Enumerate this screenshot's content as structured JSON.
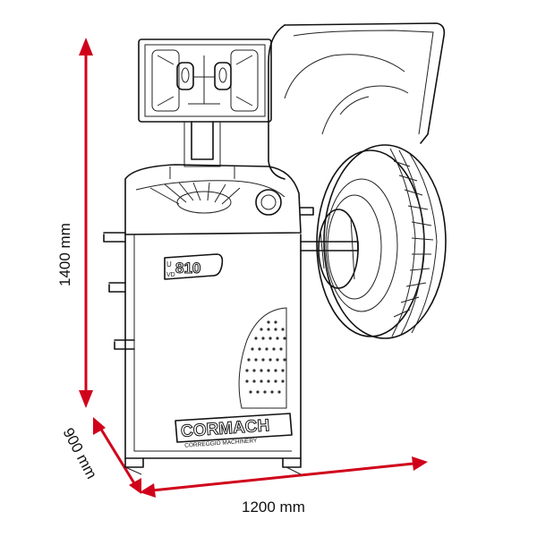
{
  "dimensions": {
    "height": "1400  mm",
    "depth": "900  mm",
    "width": "1200  mm"
  },
  "machine": {
    "brand": "CORMACH",
    "brand_tagline": "CORREGGIO MACHINERY",
    "model_number": "810",
    "model_prefix": "U",
    "model_suffix": "VD"
  },
  "colors": {
    "arrow": "#d0021b",
    "outline": "#111111",
    "background": "#ffffff"
  }
}
